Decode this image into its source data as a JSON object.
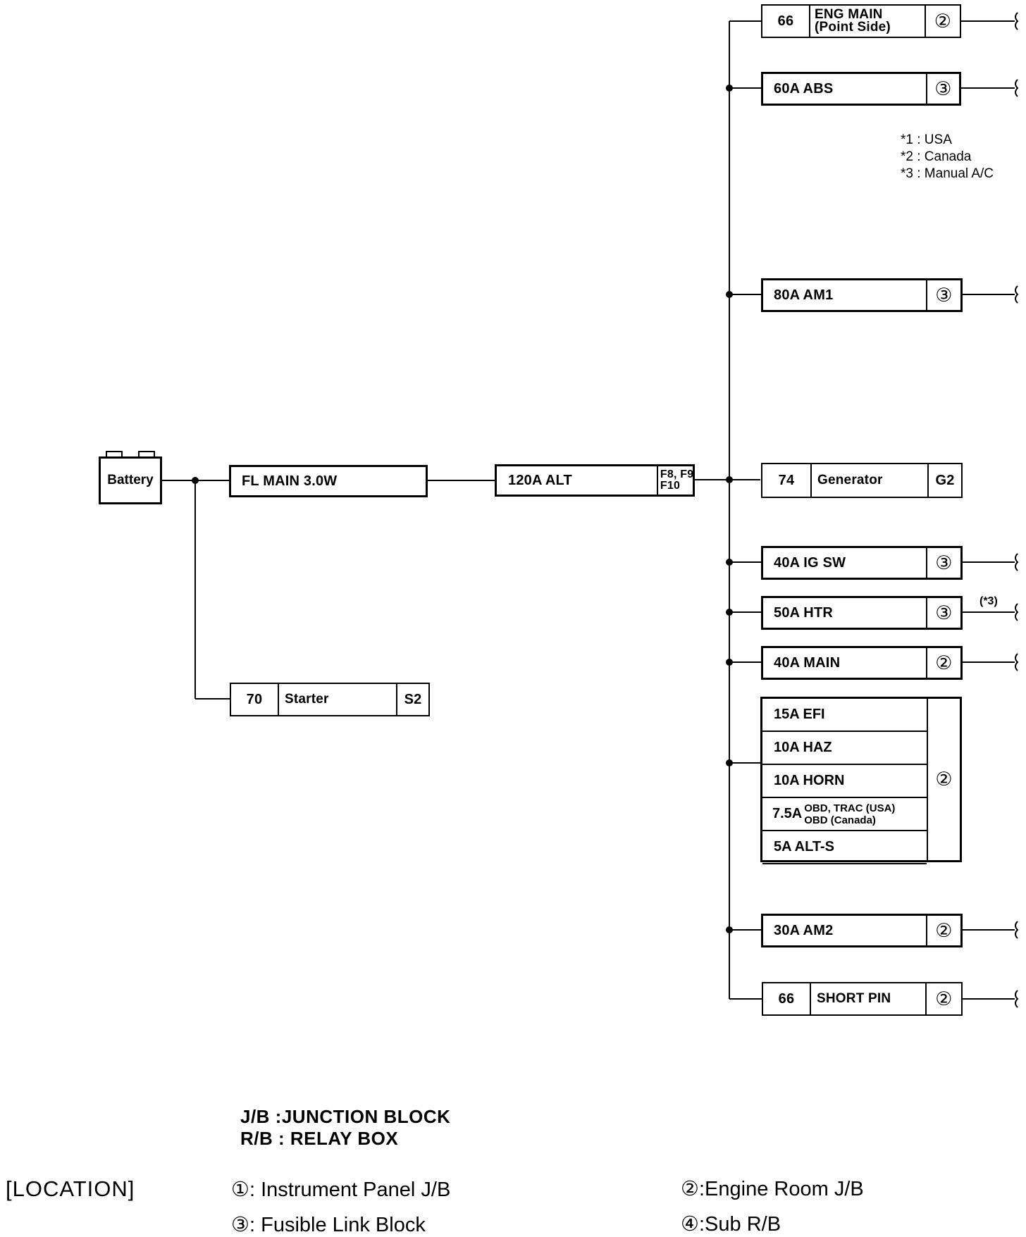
{
  "battery": {
    "label": "Battery"
  },
  "fl_main": {
    "label": "FL MAIN 3.0W"
  },
  "alt": {
    "label": "120A ALT",
    "pins_line1": "F8, F9",
    "pins_line2": "F10"
  },
  "starter": {
    "num": "70",
    "label": "Starter",
    "code": "S2"
  },
  "branches": {
    "eng_main": {
      "num": "66",
      "line1": "ENG MAIN",
      "line2": "(Point Side)",
      "loc": "②"
    },
    "abs": {
      "label": "60A ABS",
      "loc": "③"
    },
    "am1": {
      "label": "80A AM1",
      "loc": "③"
    },
    "generator": {
      "num": "74",
      "label": "Generator",
      "code": "G2"
    },
    "ig_sw": {
      "label": "40A IG SW",
      "loc": "③"
    },
    "htr": {
      "label": "50A HTR",
      "loc": "③",
      "note": "(*3)"
    },
    "main": {
      "label": "40A MAIN",
      "loc": "②"
    },
    "group": {
      "rows": [
        "15A EFI",
        "10A HAZ",
        "10A HORN",
        "7.5A",
        "5A ALT-S"
      ],
      "obd_line1": "OBD, TRAC (USA)",
      "obd_line2": "OBD (Canada)",
      "loc": "②"
    },
    "am2": {
      "label": "30A AM2",
      "loc": "②"
    },
    "short_pin": {
      "num": "66",
      "label": "SHORT PIN",
      "loc": "②"
    }
  },
  "notes": [
    "*1 : USA",
    "*2 : Canada",
    "*3 : Manual A/C"
  ],
  "abbrev": [
    "J/B :JUNCTION  BLOCK",
    "R/B : RELAY  BOX"
  ],
  "location": {
    "title": "[LOCATION]",
    "items": [
      "①: Instrument Panel J/B",
      "②:Engine Room J/B",
      "③: Fusible Link Block",
      "④:Sub R/B"
    ]
  }
}
